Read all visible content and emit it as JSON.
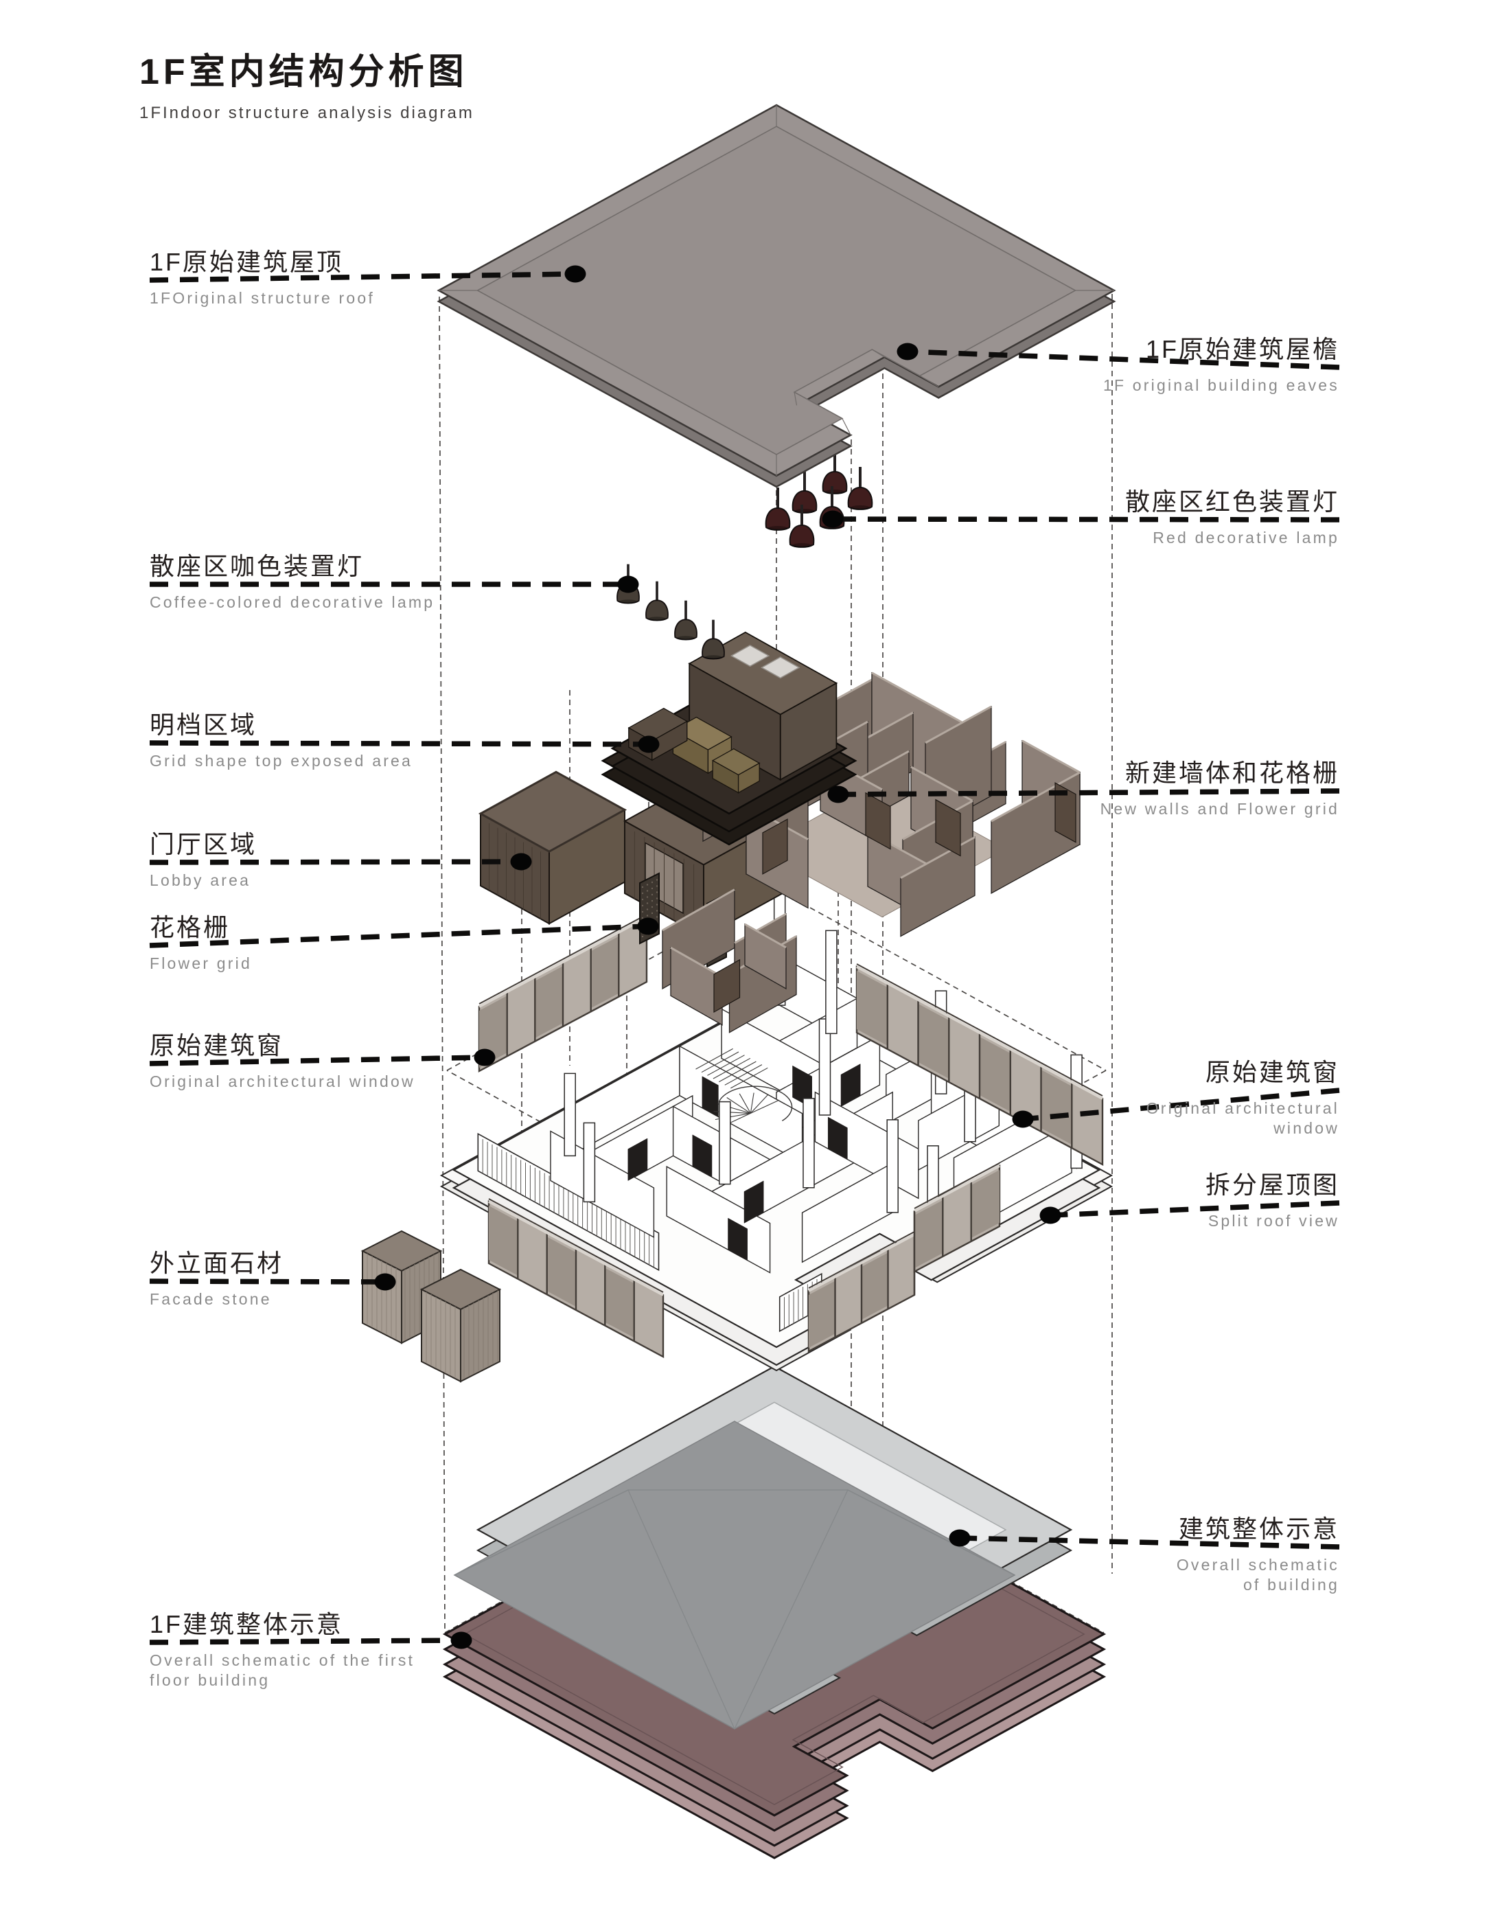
{
  "title": {
    "zh": "1F室内结构分析图",
    "en": "1FIndoor structure analysis diagram"
  },
  "labels": {
    "roof": {
      "zh": "1F原始建筑屋顶",
      "en": "1FOriginal structure roof"
    },
    "eaves": {
      "zh": "1F原始建筑屋檐",
      "en": "1F original building eaves"
    },
    "red_lamp": {
      "zh": "散座区红色装置灯",
      "en": "Red decorative lamp"
    },
    "coffee_lamp": {
      "zh": "散座区咖色装置灯",
      "en": "Coffee-colored decorative lamp"
    },
    "exposed": {
      "zh": "明档区域",
      "en": "Grid shape top exposed area"
    },
    "new_walls": {
      "zh": "新建墙体和花格栅",
      "en": "New walls and Flower grid"
    },
    "lobby": {
      "zh": "门厅区域",
      "en": "Lobby area"
    },
    "flower_grid": {
      "zh": "花格栅",
      "en": "Flower grid"
    },
    "window_left": {
      "zh": "原始建筑窗",
      "en": "Original architectural window"
    },
    "window_right": {
      "zh": "原始建筑窗",
      "en": "Original architectural",
      "en2": "window"
    },
    "split_roof": {
      "zh": "拆分屋顶图",
      "en": "Split roof view"
    },
    "facade": {
      "zh": "外立面石材",
      "en": "Facade stone"
    },
    "overall": {
      "zh": "建筑整体示意",
      "en": "Overall schematic",
      "en2": "of building"
    },
    "overall_1f": {
      "zh": "1F建筑整体示意",
      "en": "Overall schematic of the first",
      "en2": "floor building"
    }
  },
  "colors": {
    "leader_black": "#0e0d0c",
    "text_dark": "#241f1e",
    "text_gray": "#8b8b8b",
    "roof_gray": "#9a9391",
    "roof_side": "#7c7674",
    "roof_edge": "#3c3836",
    "lamp_red": "#401d1d",
    "lamp_coffee": "#463e36",
    "wood_dark": "#574b41",
    "wood_mid": "#6d6055",
    "wood_side": "#645749",
    "wall_face": "#8d8078",
    "wall_face2": "#7b6e65",
    "wall_top": "#b3a89f",
    "floor_tan": "#bdb2a9",
    "lattice_dark": "#57493e",
    "window_frame": "#433d38",
    "window_panel": "#b6aea6",
    "window_panel_alt": "#9b9289",
    "stone_face": "#a79d93",
    "stone_top": "#8b8076",
    "plan_line": "#2b2928",
    "base_mauve_top": "#7f6566",
    "base_mauve_side": "#a88e8f",
    "plate_top": "#ced0d1",
    "plate_inner": "#ebeced",
    "overall_gray": "#949698",
    "white": "#ffffff"
  }
}
